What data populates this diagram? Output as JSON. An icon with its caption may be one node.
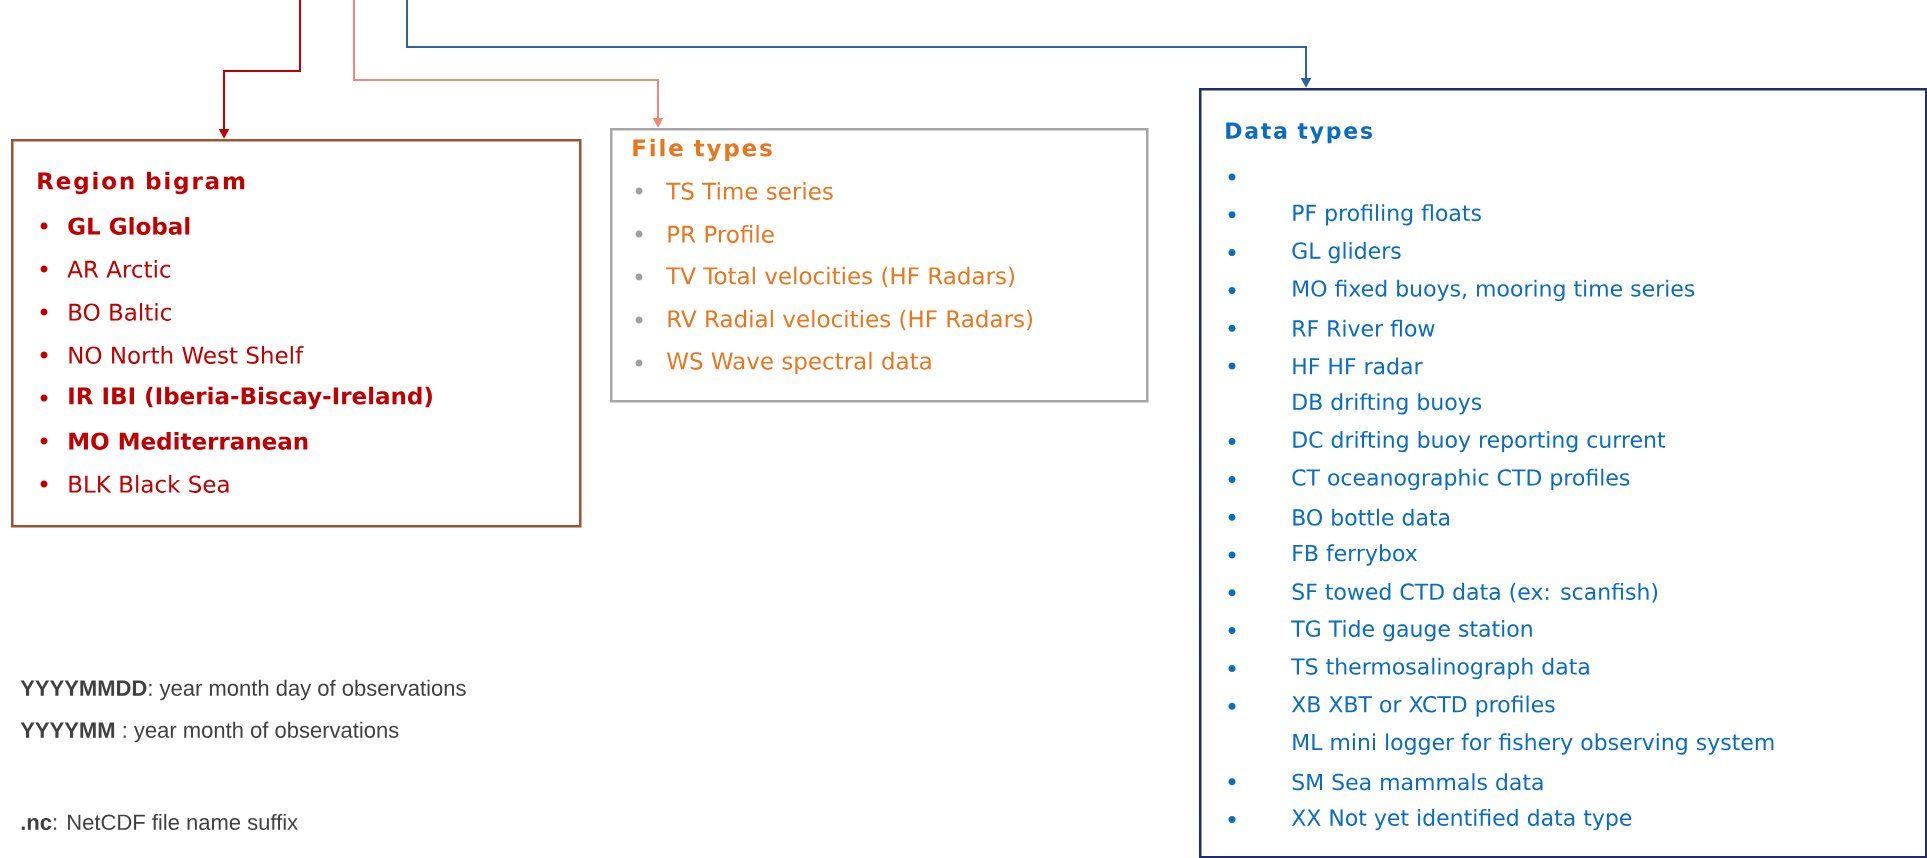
{
  "diagram": {
    "nodes": [
      {
        "text": [
          "Region bigram",
          "**GL Global**",
          "AR Arctic",
          "BO Baltic",
          "NO North West Shelf",
          "**IR IBI (Iberia-Biscay-Ireland)**",
          "**MO Mediterranean**",
          "BLK Black Sea"
        ]
      },
      {
        "text": [
          "File types",
          "TS Time series",
          "PR Profile",
          "TV Total velocities (HF Radars)",
          "RV Radial velocities (HF Radars)",
          "WS Wave spectral data"
        ]
      },
      {
        "text": [
          "Data types",
          "PF profiling floats",
          "GL gliders",
          "MO fixed buoys, mooring time series",
          "RF River flow",
          "HF HF radar",
          "DB drifting buoys",
          "DC drifting buoy reporting current",
          "CT oceanographic CTD profiles",
          "BO bottle data",
          "FB ferrybox",
          "SF towed CTD data (ex: scanfish)",
          "TG Tide gauge station",
          "TS thermosalinograph data",
          "XB XBT or XCTD profiles",
          "ML mini logger for fishery observing system",
          "SM Sea mammals data",
          "XX Not yet identified data type"
        ]
      }
    ],
    "edges": [
      {
        "from": null,
        "to": 0,
        "arrow": "to",
        "color": "#c00000"
      },
      {
        "from": null,
        "to": 1,
        "arrow": "to",
        "color": "#f08878"
      },
      {
        "from": null,
        "to": 2,
        "arrow": "to",
        "color": "#2a64a0"
      }
    ],
    "labels": [
      "**YYYYMMDD**: year month day of observations",
      "**YYYYMM** : year month of observations",
      "**.nc**: NetCDF file name suffix"
    ]
  }
}
